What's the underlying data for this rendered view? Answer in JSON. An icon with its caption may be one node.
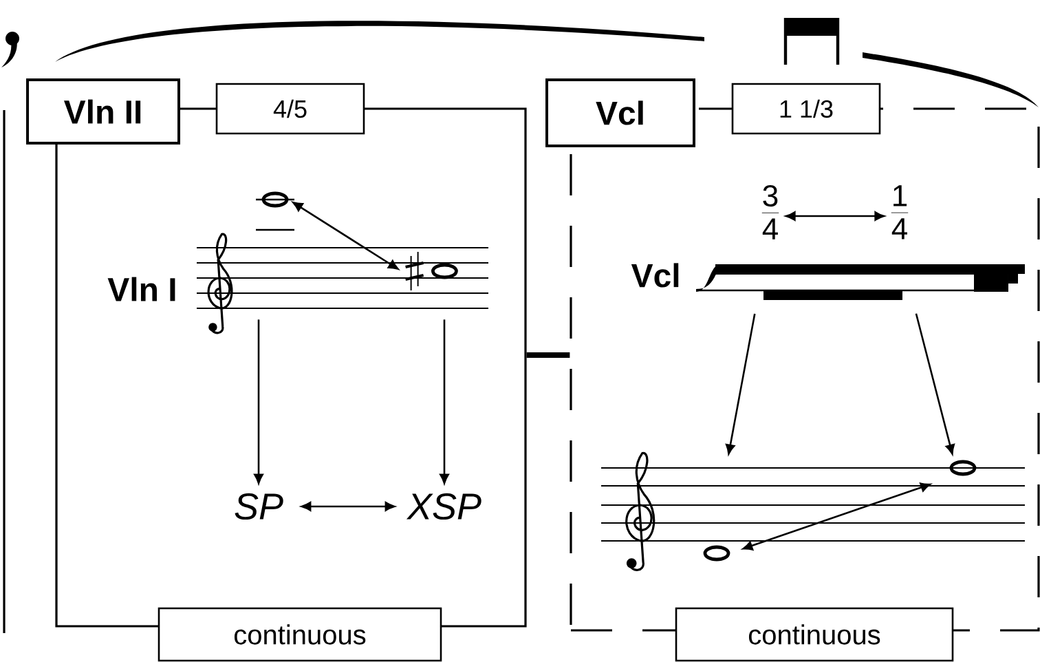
{
  "diagram": {
    "nodes": [
      {
        "text": [],
        "shape": "box"
      },
      {
        "text": [
          "Vln II"
        ]
      },
      {
        "text": [
          "4/5"
        ]
      },
      {
        "text": [
          "continuous"
        ]
      },
      {
        "text": [],
        "shape": "picture",
        "in": 0
      },
      {
        "text": [],
        "shape": "circle",
        "in": 4
      },
      {
        "text": [],
        "shape": "circle",
        "in": 4
      },
      {
        "text": [
          "SP"
        ],
        "in": 0
      },
      {
        "text": [
          "XSP"
        ],
        "in": 0
      },
      {
        "text": [],
        "shape": "box"
      },
      {
        "text": [
          "Vcl"
        ]
      },
      {
        "text": [
          "1 1/3"
        ]
      },
      {
        "text": [
          "continuous"
        ]
      },
      {
        "text": [
          "3",
          "4"
        ],
        "in": 9
      },
      {
        "text": [
          "1",
          "4"
        ],
        "in": 9
      },
      {
        "text": [],
        "shape": "picture",
        "in": 9
      },
      {
        "text": [],
        "shape": "picture",
        "in": 9
      },
      {
        "text": [],
        "shape": "circle",
        "in": 16
      },
      {
        "text": [],
        "shape": "circle",
        "in": 16
      }
    ],
    "edges": [
      {
        "from": 5,
        "to": 6,
        "arrow": "both"
      },
      {
        "from": 4,
        "to": 7,
        "arrow": "to"
      },
      {
        "from": 4,
        "to": 8,
        "arrow": "to"
      },
      {
        "from": 7,
        "to": 8,
        "arrow": "both"
      },
      {
        "from": 13,
        "to": 14,
        "arrow": "both"
      },
      {
        "from": 15,
        "to": 16,
        "arrow": "to"
      },
      {
        "from": 15,
        "to": 16,
        "arrow": "to"
      },
      {
        "from": 17,
        "to": 18,
        "arrow": "both"
      },
      {
        "from": 0,
        "to": 9,
        "arrow": "none",
        "style": "thick"
      }
    ],
    "labels": [
      "Vln I",
      "Vcl"
    ]
  }
}
